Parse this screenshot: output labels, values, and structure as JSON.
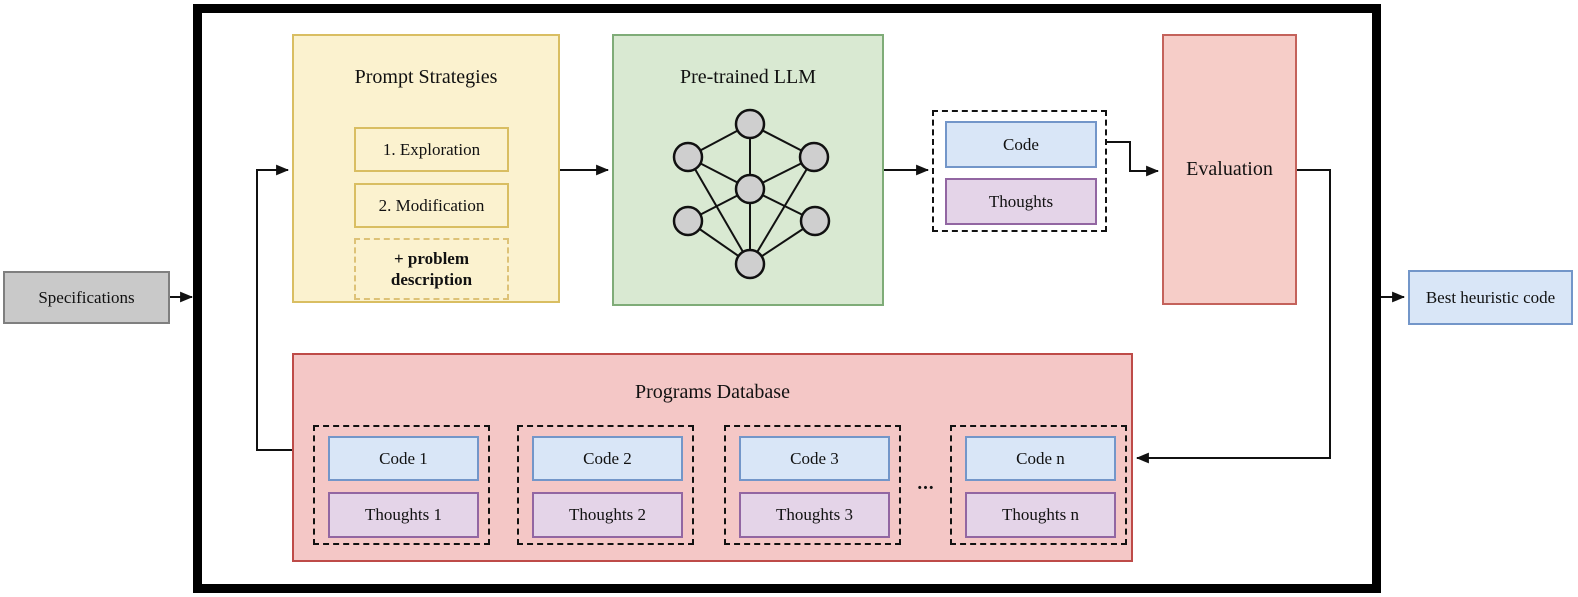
{
  "diagram": {
    "input": {
      "label": "Specifications"
    },
    "prompt_strategies": {
      "title": "Prompt Strategies",
      "items": [
        "1. Exploration",
        "2. Modification"
      ],
      "note": "+ problem description"
    },
    "llm": {
      "title": "Pre-trained LLM",
      "icon": "neural-network"
    },
    "llm_output": {
      "code": "Code",
      "thoughts": "Thoughts"
    },
    "evaluation": {
      "label": "Evaluation"
    },
    "output": {
      "label": "Best heuristic code"
    },
    "programs_database": {
      "title": "Programs Database",
      "groups": [
        {
          "code": "Code 1",
          "thoughts": "Thoughts 1"
        },
        {
          "code": "Code 2",
          "thoughts": "Thoughts 2"
        },
        {
          "code": "Code 3",
          "thoughts": "Thoughts 3"
        },
        {
          "code": "Code n",
          "thoughts": "Thoughts n"
        }
      ],
      "ellipsis": "..."
    },
    "colors": {
      "frame": "#000000",
      "specifications_fill": "#c9c9c9",
      "specifications_border": "#7f7f7f",
      "prompt_fill": "#fbf2cf",
      "prompt_border": "#d9be62",
      "llm_fill": "#d9e9d2",
      "llm_border": "#7fac78",
      "code_fill": "#d9e6f7",
      "code_border": "#7396c9",
      "thoughts_fill": "#e4d4e8",
      "thoughts_border": "#9266a2",
      "evaluation_fill": "#f6cdc8",
      "evaluation_border": "#c4625b",
      "database_fill": "#f4c7c6",
      "database_border": "#be4b48",
      "node_fill": "#cfcfcf",
      "arrow": "#111111"
    }
  }
}
